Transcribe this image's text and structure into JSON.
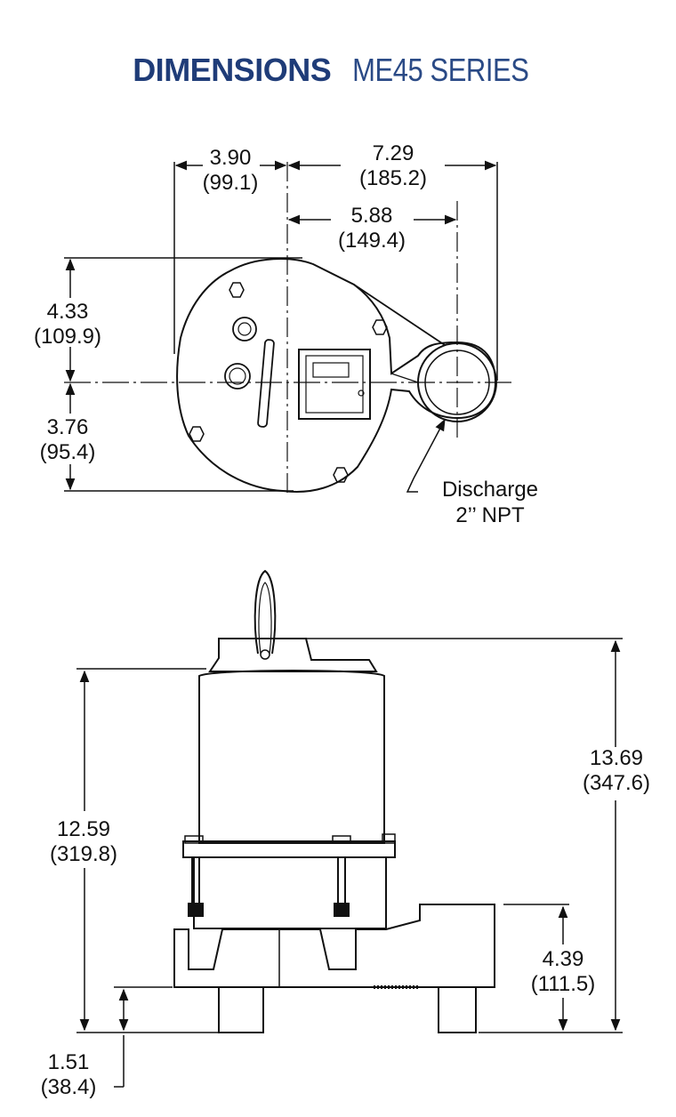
{
  "title": {
    "bold": "DIMENSIONS",
    "light": "ME45 SERIES"
  },
  "colors": {
    "title_bold": "#1f3c78",
    "title_light": "#2a4a86",
    "line": "#111111",
    "fill": "#ffffff"
  },
  "top_view": {
    "dim_width_left": {
      "value": "3.90",
      "metric": "(99.1)"
    },
    "dim_width_total": {
      "value": "7.29",
      "metric": "(185.2)"
    },
    "dim_discharge_offset": {
      "value": "5.88",
      "metric": "(149.4)"
    },
    "dim_depth_upper": {
      "value": "4.33",
      "metric": "(109.9)"
    },
    "dim_depth_lower": {
      "value": "3.76",
      "metric": "(95.4)"
    },
    "discharge_label": {
      "line1": "Discharge",
      "line2": "2’’ NPT"
    }
  },
  "side_view": {
    "dim_overall_height": {
      "value": "13.69",
      "metric": "(347.6)"
    },
    "dim_motor_height": {
      "value": "12.59",
      "metric": "(319.8)"
    },
    "dim_discharge_height": {
      "value": "4.39",
      "metric": "(111.5)"
    },
    "dim_inlet_height": {
      "value": "1.51",
      "metric": "(38.4)"
    }
  }
}
